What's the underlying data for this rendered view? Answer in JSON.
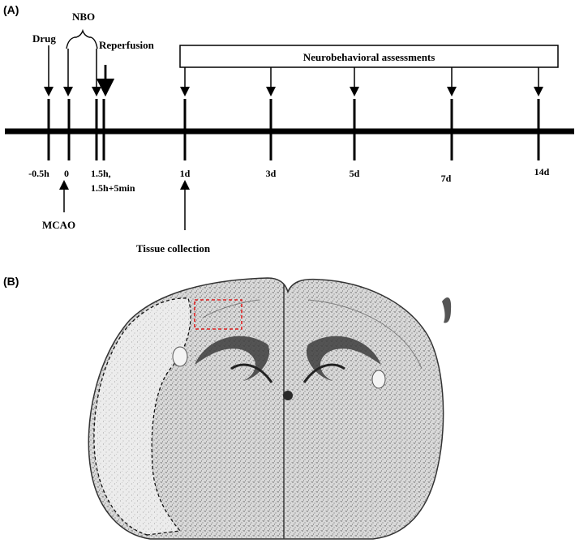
{
  "panel_a": {
    "label": "(A)",
    "nbo": "NBO",
    "drug": "Drug",
    "reperfusion": "Reperfusion",
    "assessments": "Neurobehavioral assessments",
    "mcao": "MCAO",
    "tissue": "Tissue collection",
    "ticks": [
      "-0.5h",
      "0",
      "1.5h,",
      "1.5h+5min",
      "1d",
      "3d",
      "5d",
      "7d",
      "14d"
    ]
  },
  "panel_b": {
    "label": "(B)",
    "image": "coronal-brain-section"
  },
  "colors": {
    "line": "#000000",
    "roi": "#e02020",
    "tissue": "#6a6a6a"
  }
}
